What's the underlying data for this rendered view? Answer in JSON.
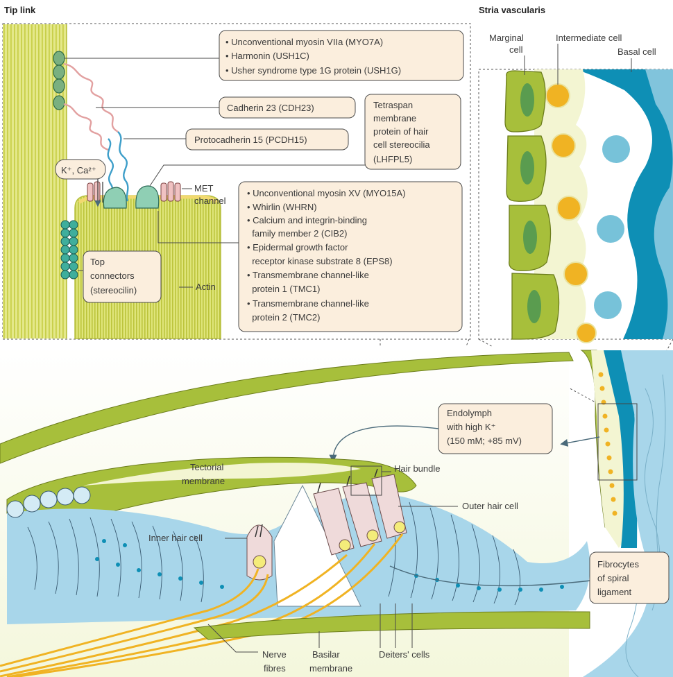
{
  "titles": {
    "tip_link": "Tip link",
    "stria": "Stria vascularis"
  },
  "tip_link_panel": {
    "box1": [
      "• Unconventional myosin VIIa (MYO7A)",
      "• Harmonin (USH1C)",
      "• Usher syndrome type 1G protein (USH1G)"
    ],
    "cadherin": "Cadherin 23 (CDH23)",
    "protocadherin": "Protocadherin 15 (PCDH15)",
    "tetraspan": [
      "Tetraspan",
      "membrane",
      "protein of hair",
      "cell stereocilia",
      "(LHFPL5)"
    ],
    "ions": "K⁺, Ca²⁺",
    "met": [
      "MET",
      "channel"
    ],
    "top_connectors": [
      "Top",
      "connectors",
      "(stereocilin)"
    ],
    "actin": "Actin",
    "box2": [
      "• Unconventional myosin XV (MYO15A)",
      "• Whirlin (WHRN)",
      "• Calcium and integrin-binding",
      "  family member 2 (CIB2)",
      "• Epidermal growth factor",
      "  receptor kinase substrate 8 (EPS8)",
      "• Transmembrane channel-like",
      "  protein 1 (TMC1)",
      "• Transmembrane channel-like",
      "  protein 2 (TMC2)"
    ]
  },
  "stria_panel": {
    "marginal": [
      "Marginal",
      "cell"
    ],
    "intermediate": "Intermediate cell",
    "basal": "Basal cell"
  },
  "cochlea": {
    "endolymph": [
      "Endolymph",
      "with high K⁺",
      "(150 mM; +85 mV)"
    ],
    "tectorial": [
      "Tectorial",
      "membrane"
    ],
    "hair_bundle": "Hair bundle",
    "outer_hair_cell": "Outer hair cell",
    "inner_hair_cell": "Inner hair cell",
    "fibrocytes": [
      "Fibrocytes",
      "of spiral",
      "ligament"
    ],
    "nerve": [
      "Nerve",
      "fibres"
    ],
    "basilar": [
      "Basilar",
      "membrane"
    ],
    "deiters": "Deiters' cells"
  },
  "colors": {
    "green": "#a7bf3b",
    "light_green": "#e6ecb2",
    "blue": "#a8d6ea",
    "dark_blue": "#0e8fb5",
    "orange": "#f0b323",
    "pink": "#eac9c9",
    "box_fill": "#fbeedd"
  }
}
